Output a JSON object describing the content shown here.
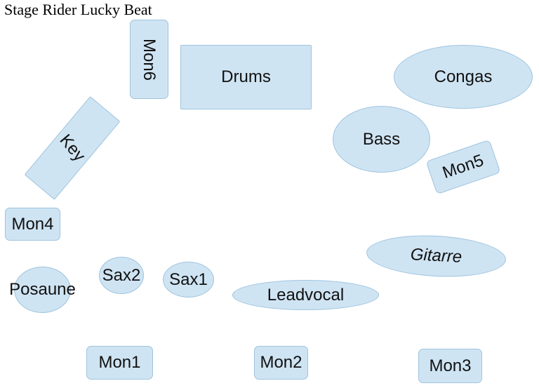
{
  "title": "Stage Rider Lucky Beat",
  "colors": {
    "fill": "#cfe4f3",
    "stroke": "#9ec3de",
    "text": "#111111"
  },
  "stage": {
    "drums": "Drums",
    "congas": "Congas",
    "mon6": "Mon6",
    "key": "Key",
    "bass": "Bass",
    "mon5": "Mon5",
    "mon4": "Mon4",
    "gitarre": "Gitarre",
    "posaune": "Posaune",
    "sax2": "Sax2",
    "sax1": "Sax1",
    "leadvocal": "Leadvocal",
    "mon1": "Mon1",
    "mon2": "Mon2",
    "mon3": "Mon3"
  }
}
